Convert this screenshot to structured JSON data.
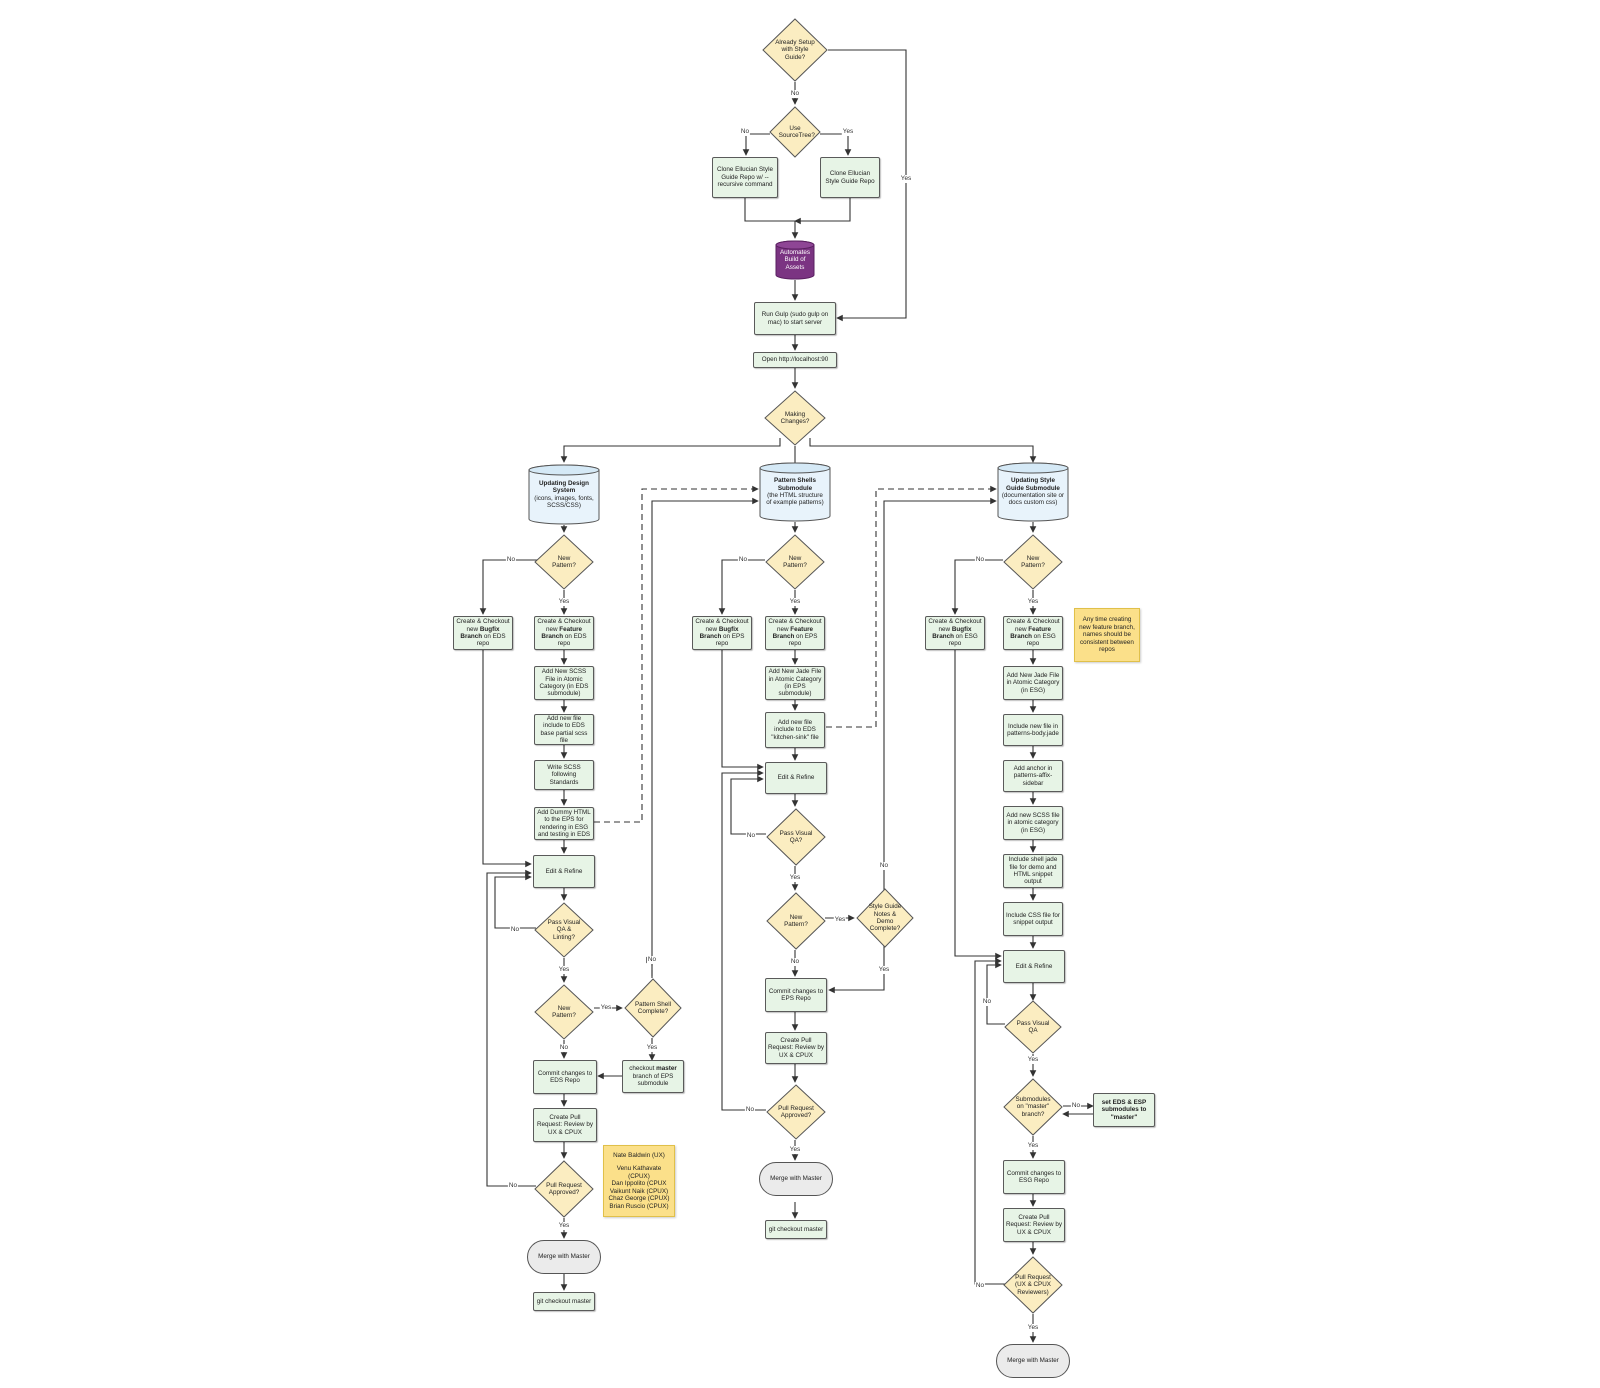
{
  "colors": {
    "process": "#e7f4e6",
    "decision": "#fbedc1",
    "store_purple": "#7b3482",
    "store_blue": "#e8f3fb",
    "note": "#fbe08a",
    "terminal": "#ebebeb",
    "line": "#333333"
  },
  "top": {
    "setup": "Already Setup with Style Guide?",
    "sourcetree": "Use SourceTree?",
    "clone_recursive": "Clone Ellucian Style Guide Repo w/ --recursive command",
    "clone": "Clone Ellucian Style Guide Repo",
    "automates": "Automates Build of Assets",
    "run_gulp": "Run Gulp (sudo gulp on mac) to start server",
    "open": "Open http://localhost:90",
    "making": "Making Changes?"
  },
  "eds": {
    "title": "Updating Design System",
    "subtitle": "(icons, images, fonts, SCSS/CSS)",
    "new_pattern": "New Pattern?",
    "bugfix_a": "Create & Checkout new ",
    "bugfix_b": "Bugfix Branch",
    "bugfix_c": " on EDS repo",
    "feature_a": "Create & Checkout new ",
    "feature_b": "Feature Branch",
    "feature_c": " on EDS repo",
    "add_scss": "Add New SCSS File in Atomic Category (in EDS submodule)",
    "add_include": "Add new file include to EDS base partial scss file",
    "write_scss": "Write SCSS following Standards",
    "add_dummy": "Add Dummy HTML to the EPS for rendering in ESG and testing in EDS",
    "edit": "Edit & Refine",
    "qa": "Pass Visual QA & Linting?",
    "new_pattern2": "New Pattern?",
    "shell_complete": "Pattern Shell Complete?",
    "checkout_a": "checkout ",
    "checkout_b": "master",
    "checkout_c": " branch of EPS submodule",
    "commit": "Commit changes to EDS Repo",
    "pr": "Create Pull Request: Review by UX & CPUX",
    "approved": "Pull Request Approved?",
    "merge": "Merge with Master",
    "git_checkout": "git checkout master"
  },
  "eps": {
    "title": "Pattern Shells Submodule",
    "subtitle": "(the HTML structure of example patterns)",
    "new_pattern": "New Pattern?",
    "bugfix_a": "Create & Checkout new ",
    "bugfix_b": "Bugfix Branch",
    "bugfix_c": " on EPS repo",
    "feature_a": "Create & Checkout new ",
    "feature_b": "Feature Branch",
    "feature_c": " on EPS repo",
    "add_jade": "Add New Jade File in Atomic Category (in EPS submodule)",
    "add_include": "Add new file include to EDS \"kitchen-sink\" file",
    "edit": "Edit & Refine",
    "qa": "Pass Visual QA?",
    "new_pattern2": "New Pattern?",
    "style_notes": "Style Guide Notes & Demo Complete?",
    "commit": "Commit changes to EPS Repo",
    "pr": "Create Pull Request: Review by UX & CPUX",
    "approved": "Pull Request Approved?",
    "merge": "Merge with Master",
    "git_checkout": "git checkout master"
  },
  "esg": {
    "title": "Updating Style Guide Submodule",
    "subtitle": "(documentation site or docs custom css)",
    "new_pattern": "New Pattern?",
    "bugfix_a": "Create & Checkout new ",
    "bugfix_b": "Bugfix Branch",
    "bugfix_c": " on ESG repo",
    "feature_a": "Create & Checkout new ",
    "feature_b": "Feature Branch",
    "feature_c": " on ESG repo",
    "add_jade": "Add New Jade File in Atomic Category (in ESG)",
    "include_body": "Include new file in patterns-body.jade",
    "add_anchor": "Add anchor in patterns-affix-sidebar",
    "add_scss": "Add new SCSS file in atomic category (in ESG)",
    "include_shell": "Include shell jade file for demo and HTML snippet output",
    "include_css": "Include CSS file for snippet output",
    "edit": "Edit & Refine",
    "qa": "Pass Visual QA",
    "submodules": "Submodules on \"master\" branch?",
    "set_eds": "set EDS & ESP submodules to \"master\"",
    "commit": "Commit changes to ESG Repo",
    "pr": "Create Pull Request: Review by UX & CPUX",
    "approved": "Pull Request (UX & CPUX Reviewers)",
    "merge": "Merge with Master"
  },
  "notes": {
    "naming": "Any time creating new feature branch, names should be consistent between repos",
    "reviewers": [
      "Nate Baldwin (UX)",
      "",
      "Venu Kathavate (CPUX)",
      "Dan Ippolito (CPUX",
      "Vaikunt Naik (CPUX)",
      "Chaz George (CPUX)",
      "Brian Ruscio (CPUX)"
    ]
  },
  "labels": {
    "yes": "Yes",
    "no": "No"
  }
}
